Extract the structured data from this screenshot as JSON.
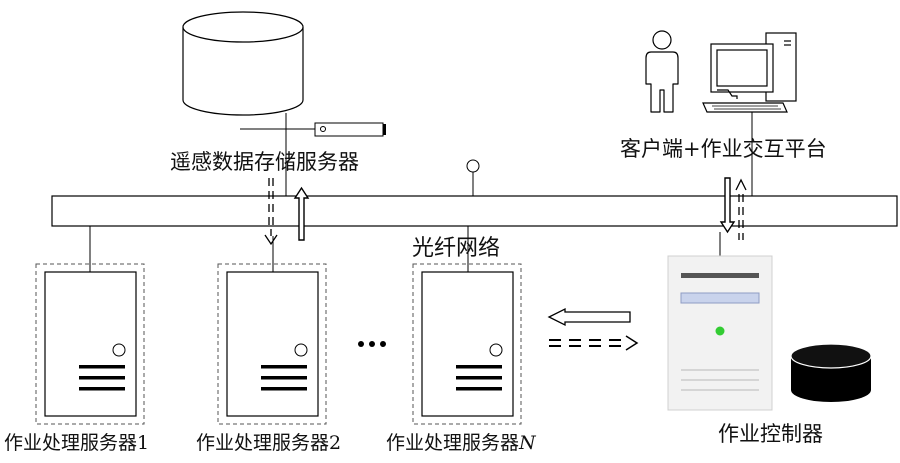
{
  "labels": {
    "storage_server": "遥感数据存储服务器",
    "client_platform": "客户端+作业交互平台",
    "network": "光纤网络",
    "controller": "作业控制器",
    "ellipsis": "…",
    "job_server_1": "作业处理服务器1",
    "job_server_2": "作业处理服务器2",
    "job_server_n_prefix": "作业处理服务器",
    "job_server_n_suffix": "N"
  },
  "colors": {
    "stroke": "#000000",
    "controller_body": "#f2f2f2",
    "controller_slot": "#c9d3ec",
    "indicator_green": "#33cc33",
    "dashed_frame": "#555555"
  },
  "icons": {
    "storage": "database-cylinder-icon",
    "disk": "disk-drive-icon",
    "user": "person-icon",
    "computer": "desktop-computer-icon",
    "server": "server-tower-icon",
    "controller": "controller-tower-icon",
    "local_storage": "black-cylinder-icon"
  }
}
